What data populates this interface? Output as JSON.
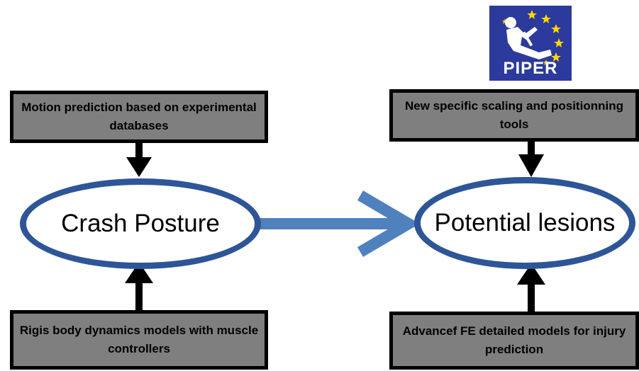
{
  "logo": {
    "text": "PIPER",
    "icon": "seated-person-with-stars-logo"
  },
  "left_column": {
    "top_box": "Motion prediction based on experimental databases",
    "ellipse": "Crash Posture",
    "bottom_box": "Rigis body dynamics models with muscle controllers"
  },
  "right_column": {
    "top_box": "New specific scaling and positionning tools",
    "ellipse": "Potential lesions",
    "bottom_box": "Advancef FE detailed models for injury prediction"
  },
  "colors": {
    "box_fill": "#7f7f7f",
    "box_border": "#000000",
    "ellipse_border": "#2e5597",
    "connector_arrow": "#4f81bd",
    "logo_background": "#2b3a9c",
    "logo_stars": "#ffd700"
  }
}
